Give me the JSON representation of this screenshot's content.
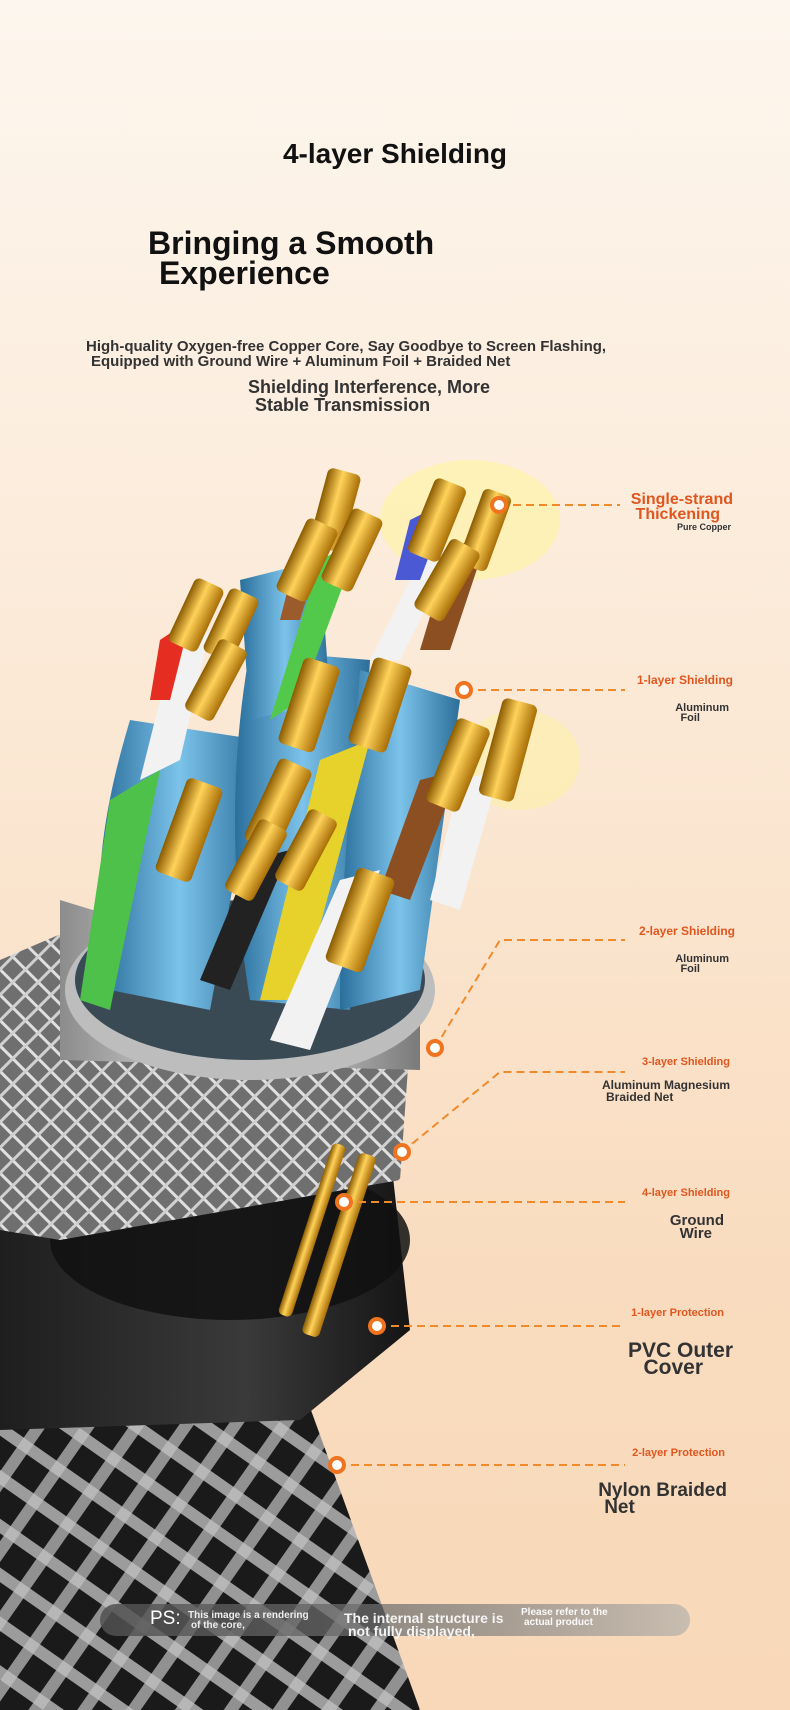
{
  "headline": {
    "title": "4-layer Shielding",
    "subtitle_line1": "Bringing a Smooth",
    "subtitle_line2": "Experience"
  },
  "description": {
    "line1": "High-quality Oxygen-free Copper Core, Say Goodbye to Screen Flashing,",
    "line2": "Equipped with Ground Wire + Aluminum Foil + Braided Net",
    "line3": "Shielding Interference, More",
    "line4": "Stable Transmission"
  },
  "callouts": [
    {
      "title_line1": "Single-strand",
      "title_line2": "Thickening",
      "detail_line1": "Pure Copper",
      "detail_line2": ""
    },
    {
      "title_line1": "1-layer Shielding",
      "title_line2": "",
      "detail_line1": "Aluminum",
      "detail_line2": "Foil"
    },
    {
      "title_line1": "2-layer Shielding",
      "title_line2": "",
      "detail_line1": "Aluminum",
      "detail_line2": "Foil"
    },
    {
      "title_line1": "3-layer Shielding",
      "title_line2": "",
      "detail_line1": "Aluminum Magnesium",
      "detail_line2": "Braided Net"
    },
    {
      "title_line1": "4-layer Shielding",
      "title_line2": "",
      "detail_line1": "Ground",
      "detail_line2": "Wire"
    },
    {
      "title_line1": "1-layer Protection",
      "title_line2": "",
      "detail_line1": "PVC Outer",
      "detail_line2": "Cover"
    },
    {
      "title_line1": "2-layer Protection",
      "title_line2": "",
      "detail_line1": "Nylon Braided",
      "detail_line2": "Net"
    }
  ],
  "disclaimer": {
    "prefix": "PS:",
    "part1_line1": "This image is a rendering",
    "part1_line2": "of the core,",
    "part2_line1": "The internal structure is",
    "part2_line2": "not fully displayed,",
    "part3_line1": "Please refer to the",
    "part3_line2": "actual product"
  },
  "colors": {
    "accent": "#e0561f",
    "leader_line": "#f08a2a",
    "gold": "#d9a21c",
    "foil_blue": "#4aa3d6"
  }
}
